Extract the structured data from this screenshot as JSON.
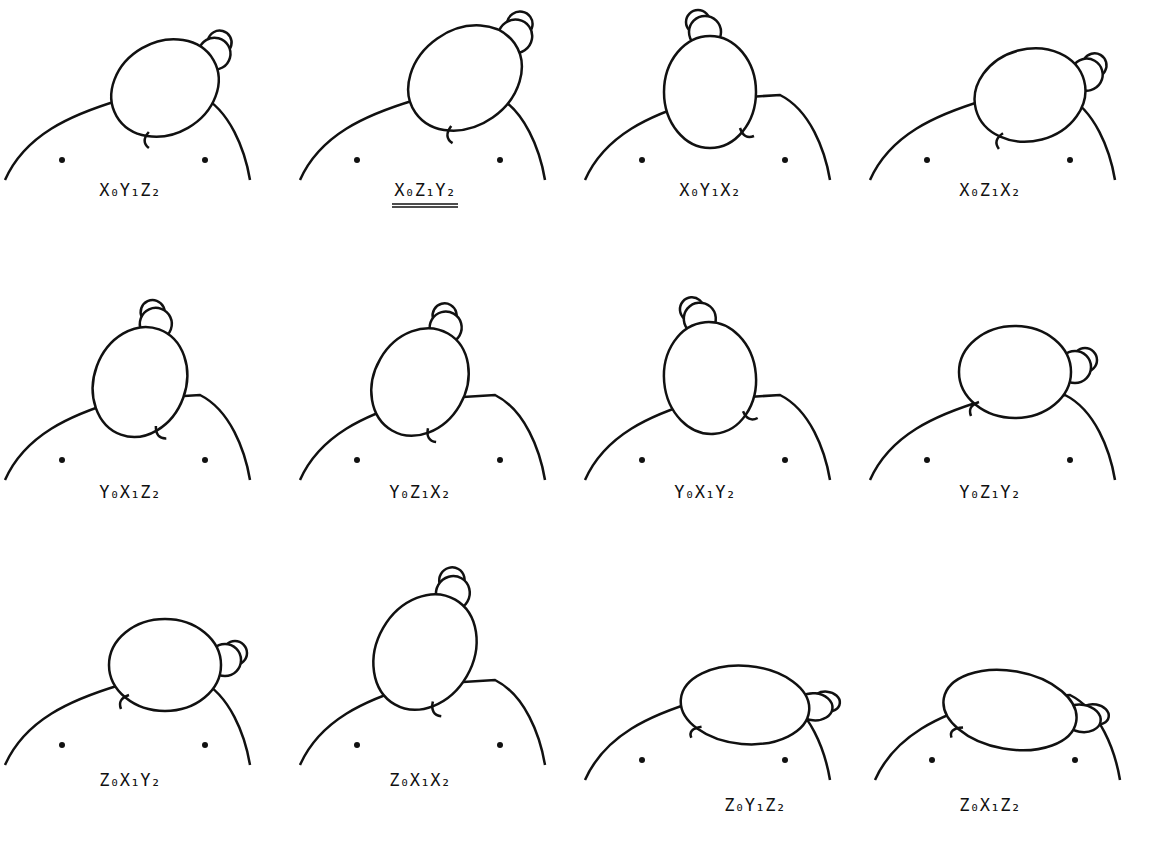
{
  "diagram": {
    "labels": [
      "X₀Y₁Z₂",
      "X₀Z₁Y₂",
      "X₀Y₁X₂",
      "X₀Z₁X₂",
      "Y₀X₁Z₂",
      "Y₀Z₁X₂",
      "Y₀X₁Y₂",
      "Y₀Z₁Y₂",
      "Z₀X₁Y₂",
      "Z₀X₁X₂",
      "Z₀Y₁Z₂",
      "Z₀X₁Z₂"
    ]
  }
}
